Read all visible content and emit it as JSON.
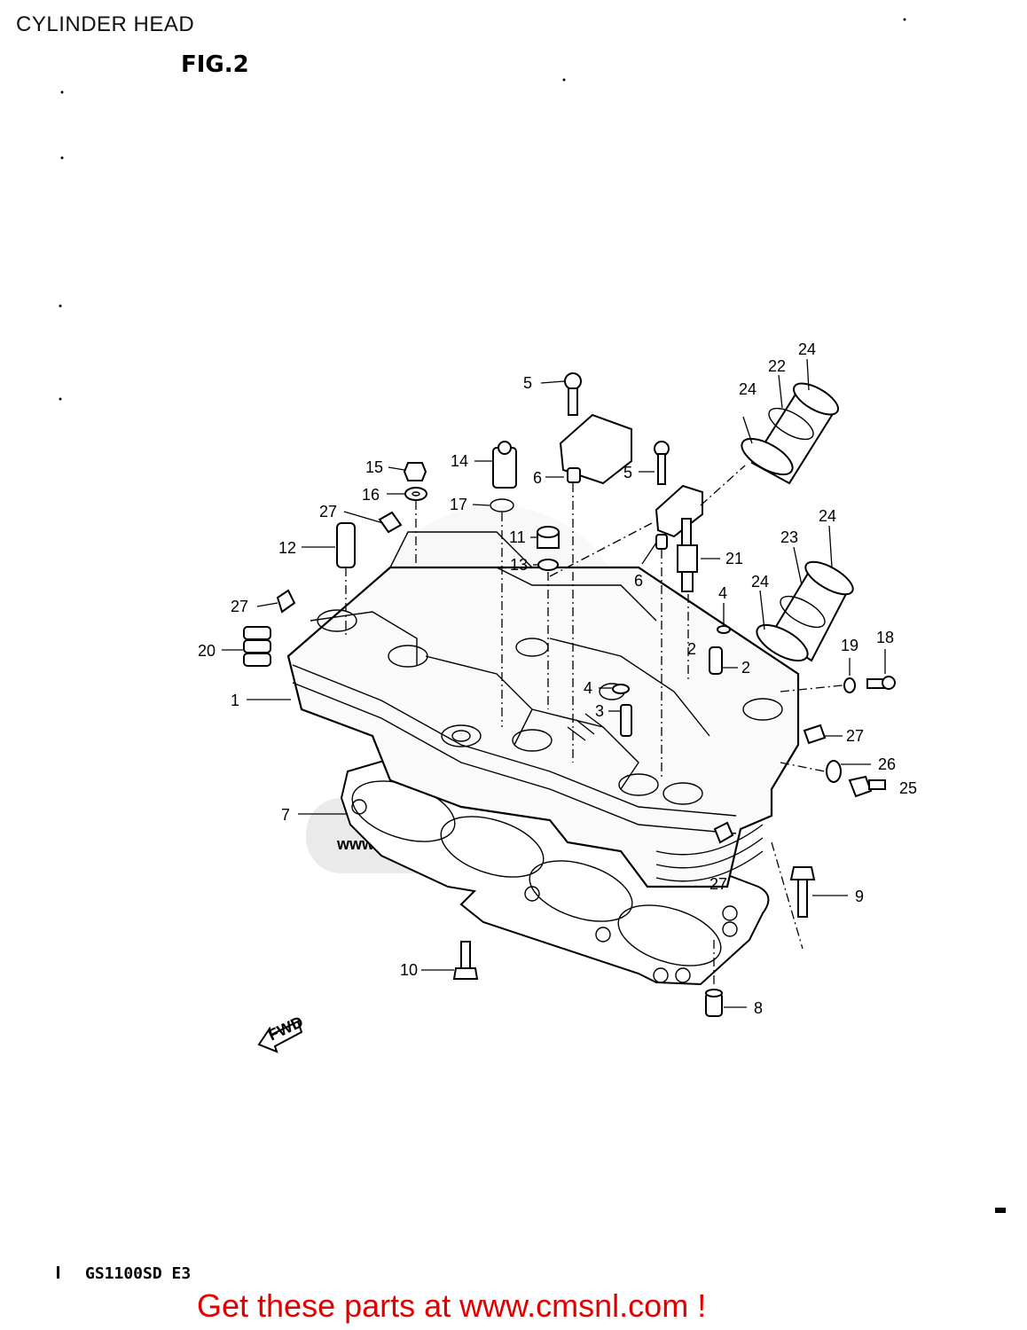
{
  "header": {
    "title": "CYLINDER HEAD"
  },
  "figure": {
    "label": "FIG.2",
    "fwd_arrow": "FWD"
  },
  "footer": {
    "model_code": "GS1100SD E3",
    "promo_text": "Get these parts at www.cmsnl.com !"
  },
  "watermark": {
    "text": "www.cmsnl.com"
  },
  "callouts": {
    "c1": "1",
    "c2a": "2",
    "c2b": "2",
    "c3": "3",
    "c4a": "4",
    "c4b": "4",
    "c5a": "5",
    "c5b": "5",
    "c6a": "6",
    "c6b": "6",
    "c7": "7",
    "c8": "8",
    "c9": "9",
    "c10": "10",
    "c11": "11",
    "c12": "12",
    "c13": "13",
    "c14": "14",
    "c15": "15",
    "c16": "16",
    "c17": "17",
    "c18": "18",
    "c19": "19",
    "c20": "20",
    "c21": "21",
    "c22": "22",
    "c23": "23",
    "c24a": "24",
    "c24b": "24",
    "c24c": "24",
    "c24d": "24",
    "c25": "25",
    "c26": "26",
    "c27a": "27",
    "c27b": "27",
    "c27c": "27",
    "c27d": "27"
  }
}
